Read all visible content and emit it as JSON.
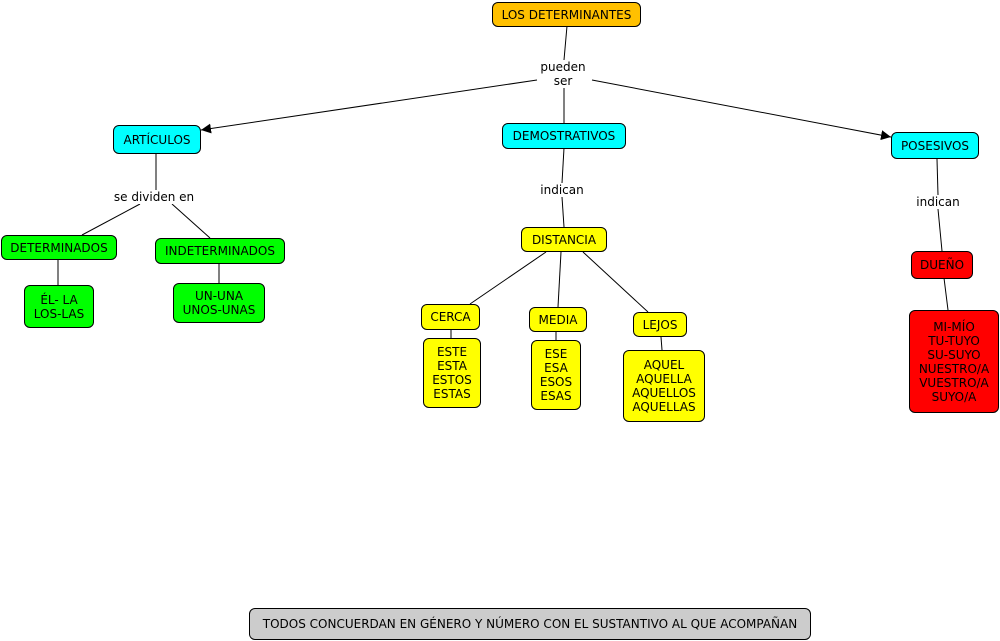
{
  "colors": {
    "root": "#ffc000",
    "category": "#00ffff",
    "articulos_sub": "#00ff00",
    "demostrativos_sub": "#ffff00",
    "posesivos_sub": "#ff0000",
    "note": "#cccccc"
  },
  "root": {
    "label": "LOS DETERMINANTES"
  },
  "root_link": {
    "label": "pueden\nser"
  },
  "articulos": {
    "label": "ARTÍCULOS",
    "link": "se dividen en",
    "determinados": {
      "label": "DETERMINADOS",
      "examples": "ÉL- LA\nLOS-LAS"
    },
    "indeterminados": {
      "label": "INDETERMINADOS",
      "examples": "UN-UNA\nUNOS-UNAS"
    }
  },
  "demostrativos": {
    "label": "DEMOSTRATIVOS",
    "link": "indican",
    "distancia": {
      "label": "DISTANCIA"
    },
    "cerca": {
      "label": "CERCA",
      "examples": "ESTE\nESTA\nESTOS\nESTAS"
    },
    "media": {
      "label": "MEDIA",
      "examples": "ESE\nESA\nESOS\nESAS"
    },
    "lejos": {
      "label": "LEJOS",
      "examples": "AQUEL\nAQUELLA\nAQUELLOS\nAQUELLAS"
    }
  },
  "posesivos": {
    "label": "POSESIVOS",
    "link": "indican",
    "dueno": {
      "label": "DUEÑO",
      "examples": "MI-MÍO\nTU-TUYO\nSU-SUYO\nNUESTRO/A\nVUESTRO/A\nSUYO/A"
    }
  },
  "note": {
    "label": "TODOS CONCUERDAN EN GÉNERO Y NÚMERO CON EL SUSTANTIVO AL QUE ACOMPAÑAN"
  }
}
